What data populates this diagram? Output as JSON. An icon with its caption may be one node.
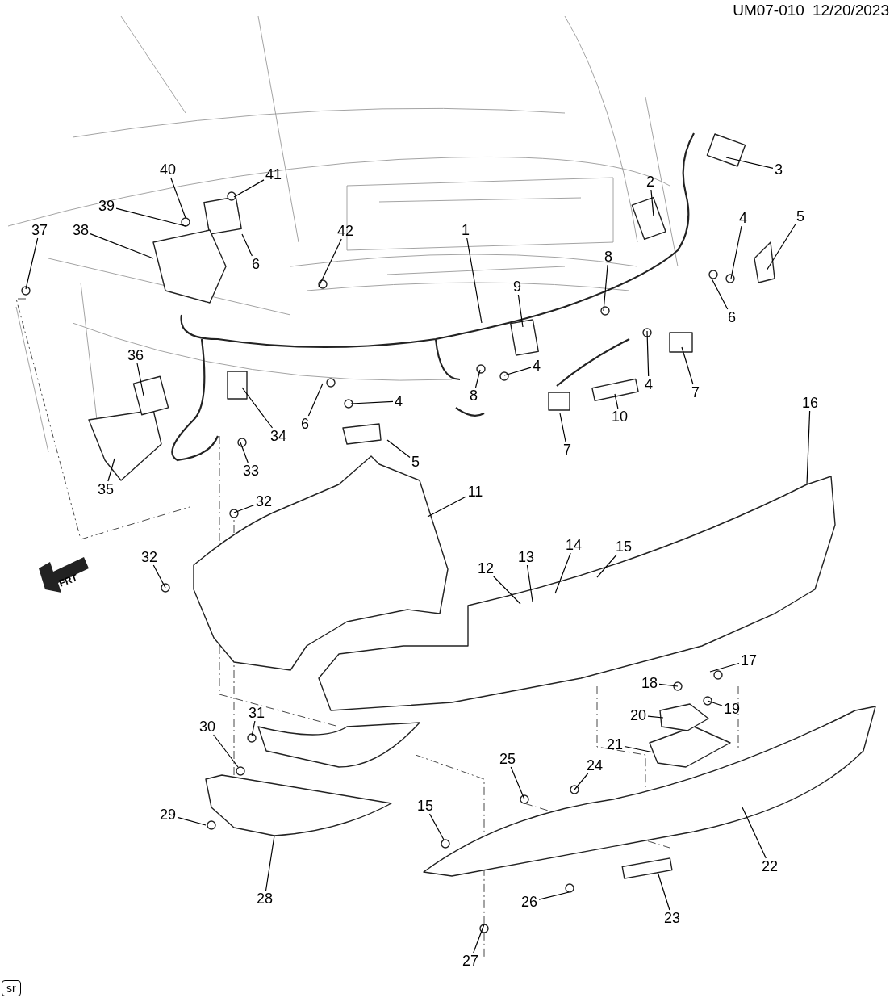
{
  "diagram": {
    "nodes": [
      {
        "text": [
          "1"
        ]
      },
      {
        "text": [
          "2"
        ]
      },
      {
        "text": [
          "3"
        ]
      },
      {
        "text": [
          "4"
        ]
      },
      {
        "text": [
          "5"
        ]
      },
      {
        "text": [
          "40"
        ]
      },
      {
        "text": [
          "41"
        ]
      },
      {
        "text": [
          "39"
        ]
      },
      {
        "text": [
          "37"
        ]
      },
      {
        "text": [
          "38"
        ]
      },
      {
        "text": [
          "42"
        ]
      },
      {
        "text": [
          "8"
        ]
      },
      {
        "text": [
          "6"
        ]
      },
      {
        "text": [
          "9"
        ]
      },
      {
        "text": [
          "6"
        ]
      },
      {
        "text": [
          "36"
        ]
      },
      {
        "text": [
          "4"
        ]
      },
      {
        "text": [
          "4"
        ]
      },
      {
        "text": [
          "7"
        ]
      },
      {
        "text": [
          "8"
        ]
      },
      {
        "text": [
          "4"
        ]
      },
      {
        "text": [
          "16"
        ]
      },
      {
        "text": [
          "10"
        ]
      },
      {
        "text": [
          "6"
        ]
      },
      {
        "text": [
          "34"
        ]
      },
      {
        "text": [
          "7"
        ]
      },
      {
        "text": [
          "5"
        ]
      },
      {
        "text": [
          "33"
        ]
      },
      {
        "text": [
          "35"
        ]
      },
      {
        "text": [
          "11"
        ]
      },
      {
        "text": [
          "32"
        ]
      },
      {
        "text": [
          "14"
        ]
      },
      {
        "text": [
          "15"
        ]
      },
      {
        "text": [
          "13"
        ]
      },
      {
        "text": [
          "32"
        ]
      },
      {
        "text": [
          "12"
        ]
      },
      {
        "text": [
          "17"
        ]
      },
      {
        "text": [
          "18"
        ]
      },
      {
        "text": [
          "19"
        ]
      },
      {
        "text": [
          "31"
        ]
      },
      {
        "text": [
          "20"
        ]
      },
      {
        "text": [
          "30"
        ]
      },
      {
        "text": [
          "21"
        ]
      },
      {
        "text": [
          "25"
        ]
      },
      {
        "text": [
          "24"
        ]
      },
      {
        "text": [
          "15"
        ]
      },
      {
        "text": [
          "29"
        ]
      },
      {
        "text": [
          "22"
        ]
      },
      {
        "text": [
          "28"
        ]
      },
      {
        "text": [
          "26"
        ]
      },
      {
        "text": [
          "23"
        ]
      },
      {
        "text": [
          "27"
        ]
      }
    ],
    "edges": [
      {
        "from": 0,
        "to": null,
        "arrow": "none"
      },
      {
        "from": 1,
        "to": null,
        "arrow": "none"
      },
      {
        "from": 2,
        "to": null,
        "arrow": "none"
      },
      {
        "from": 3,
        "to": null,
        "arrow": "none"
      },
      {
        "from": 4,
        "to": null,
        "arrow": "none"
      },
      {
        "from": 5,
        "to": null,
        "arrow": "none"
      },
      {
        "from": 6,
        "to": null,
        "arrow": "none"
      },
      {
        "from": 7,
        "to": null,
        "arrow": "none"
      },
      {
        "from": 8,
        "to": null,
        "arrow": "none"
      },
      {
        "from": 9,
        "to": null,
        "arrow": "none"
      },
      {
        "from": 10,
        "to": null,
        "arrow": "none"
      },
      {
        "from": 11,
        "to": null,
        "arrow": "none"
      },
      {
        "from": 12,
        "to": null,
        "arrow": "none"
      },
      {
        "from": 13,
        "to": null,
        "arrow": "none"
      },
      {
        "from": 14,
        "to": null,
        "arrow": "none"
      },
      {
        "from": 15,
        "to": null,
        "arrow": "none"
      },
      {
        "from": 16,
        "to": null,
        "arrow": "none"
      },
      {
        "from": 17,
        "to": null,
        "arrow": "none"
      },
      {
        "from": 18,
        "to": null,
        "arrow": "none"
      },
      {
        "from": 19,
        "to": null,
        "arrow": "none"
      },
      {
        "from": 20,
        "to": null,
        "arrow": "none"
      },
      {
        "from": 21,
        "to": null,
        "arrow": "none"
      },
      {
        "from": 22,
        "to": null,
        "arrow": "none"
      },
      {
        "from": 23,
        "to": null,
        "arrow": "none"
      },
      {
        "from": 24,
        "to": null,
        "arrow": "none"
      },
      {
        "from": 25,
        "to": null,
        "arrow": "none"
      },
      {
        "from": 26,
        "to": null,
        "arrow": "none"
      },
      {
        "from": 27,
        "to": null,
        "arrow": "none"
      },
      {
        "from": 28,
        "to": null,
        "arrow": "none"
      },
      {
        "from": 29,
        "to": null,
        "arrow": "none"
      },
      {
        "from": 30,
        "to": null,
        "arrow": "none"
      },
      {
        "from": 31,
        "to": null,
        "arrow": "none"
      },
      {
        "from": 32,
        "to": null,
        "arrow": "none"
      },
      {
        "from": 33,
        "to": null,
        "arrow": "none"
      },
      {
        "from": 34,
        "to": null,
        "arrow": "none"
      },
      {
        "from": 35,
        "to": null,
        "arrow": "none"
      },
      {
        "from": 36,
        "to": null,
        "arrow": "none"
      },
      {
        "from": 37,
        "to": null,
        "arrow": "none"
      },
      {
        "from": 38,
        "to": null,
        "arrow": "none"
      },
      {
        "from": 39,
        "to": null,
        "arrow": "none"
      },
      {
        "from": 40,
        "to": null,
        "arrow": "none"
      },
      {
        "from": 41,
        "to": null,
        "arrow": "none"
      },
      {
        "from": 42,
        "to": null,
        "arrow": "none"
      },
      {
        "from": 43,
        "to": null,
        "arrow": "none"
      },
      {
        "from": 44,
        "to": null,
        "arrow": "none"
      },
      {
        "from": 45,
        "to": null,
        "arrow": "none"
      },
      {
        "from": 46,
        "to": null,
        "arrow": "none"
      },
      {
        "from": 47,
        "to": null,
        "arrow": "none"
      },
      {
        "from": 48,
        "to": null,
        "arrow": "none"
      },
      {
        "from": 49,
        "to": null,
        "arrow": "none"
      },
      {
        "from": 50,
        "to": null,
        "arrow": "none"
      },
      {
        "from": 51,
        "to": null,
        "arrow": "none"
      }
    ],
    "labels": [
      "UM07-010",
      "12/20/2023",
      "FRT",
      "sr"
    ]
  }
}
